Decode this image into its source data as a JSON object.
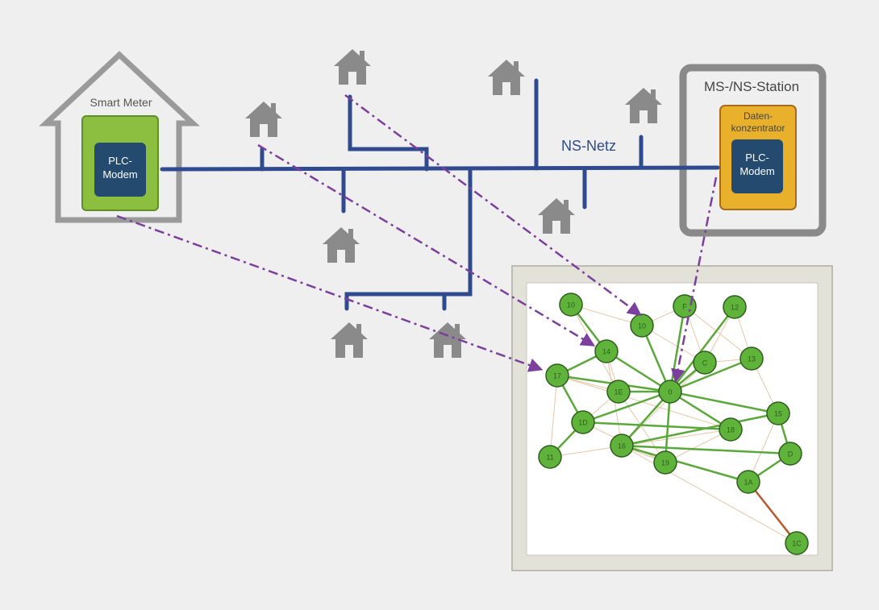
{
  "smart_meter": {
    "title": "Smart Meter",
    "modem_line1": "PLC-",
    "modem_line2": "Modem"
  },
  "station": {
    "title": "MS-/NS-Station",
    "concentrator_line1": "Daten-",
    "concentrator_line2": "konzentrator",
    "modem_line1": "PLC-",
    "modem_line2": "Modem"
  },
  "network": {
    "label": "NS-Netz"
  },
  "colors": {
    "background": "#efefef",
    "cable": "#2f4a8e",
    "house_gray": "#8a8a8a",
    "house_outline": "#9a9a9a",
    "smart_meter_box": "#8cbf3f",
    "concentrator_box": "#e9b12b",
    "modem_box": "#244a70",
    "station_frame": "#8a8a8a",
    "signal_arrow": "#7b3f9e",
    "graph_node": "#5fb33a",
    "graph_edge_strong": "#5aa83a",
    "graph_edge_weak": "#e7c6a8",
    "graph_edge_bad": "#b9582a",
    "panel_frame": "#d9d9cf"
  },
  "icons": {
    "house": "house-icon"
  },
  "mesh_graph": {
    "nodes": [
      {
        "id": "10a",
        "label": "10"
      },
      {
        "id": "F",
        "label": "F"
      },
      {
        "id": "12",
        "label": "12"
      },
      {
        "id": "10b",
        "label": "10"
      },
      {
        "id": "14",
        "label": "14"
      },
      {
        "id": "C",
        "label": "C"
      },
      {
        "id": "13",
        "label": "13"
      },
      {
        "id": "17",
        "label": "17"
      },
      {
        "id": "1E",
        "label": "1E"
      },
      {
        "id": "0",
        "label": "0"
      },
      {
        "id": "1D",
        "label": "1D"
      },
      {
        "id": "16",
        "label": "16"
      },
      {
        "id": "15",
        "label": "15"
      },
      {
        "id": "18",
        "label": "18"
      },
      {
        "id": "11",
        "label": "11"
      },
      {
        "id": "19",
        "label": "19"
      },
      {
        "id": "D",
        "label": "D"
      },
      {
        "id": "1A",
        "label": "1A"
      },
      {
        "id": "1C",
        "label": "1C"
      }
    ],
    "strong_links": [
      [
        "0",
        "F"
      ],
      [
        "0",
        "12"
      ],
      [
        "0",
        "10b"
      ],
      [
        "0",
        "14"
      ],
      [
        "0",
        "C"
      ],
      [
        "0",
        "13"
      ],
      [
        "0",
        "1E"
      ],
      [
        "0",
        "17"
      ],
      [
        "0",
        "1D"
      ],
      [
        "0",
        "16"
      ],
      [
        "0",
        "19"
      ],
      [
        "0",
        "15"
      ],
      [
        "0",
        "18"
      ],
      [
        "14",
        "10a"
      ],
      [
        "14",
        "17"
      ],
      [
        "17",
        "1D"
      ],
      [
        "1D",
        "11"
      ],
      [
        "1D",
        "18"
      ],
      [
        "16",
        "15"
      ],
      [
        "16",
        "D"
      ],
      [
        "16",
        "1A"
      ],
      [
        "15",
        "D"
      ],
      [
        "1A",
        "D"
      ]
    ],
    "weak_links": [
      [
        "10a",
        "10b"
      ],
      [
        "10b",
        "F"
      ],
      [
        "F",
        "C"
      ],
      [
        "C",
        "13"
      ],
      [
        "12",
        "C"
      ],
      [
        "17",
        "1E"
      ],
      [
        "1E",
        "1D"
      ],
      [
        "11",
        "18"
      ],
      [
        "18",
        "19"
      ],
      [
        "19",
        "16"
      ],
      [
        "11",
        "17"
      ],
      [
        "14",
        "1E"
      ],
      [
        "10a",
        "1E"
      ],
      [
        "13",
        "15"
      ],
      [
        "C",
        "16"
      ],
      [
        "1E",
        "19"
      ],
      [
        "14",
        "16"
      ],
      [
        "10b",
        "C"
      ],
      [
        "17",
        "18"
      ],
      [
        "1D",
        "19"
      ],
      [
        "F",
        "13"
      ],
      [
        "12",
        "13"
      ],
      [
        "16",
        "1C"
      ],
      [
        "15",
        "1A"
      ]
    ],
    "bad_links": [
      [
        "1A",
        "1C"
      ]
    ]
  }
}
